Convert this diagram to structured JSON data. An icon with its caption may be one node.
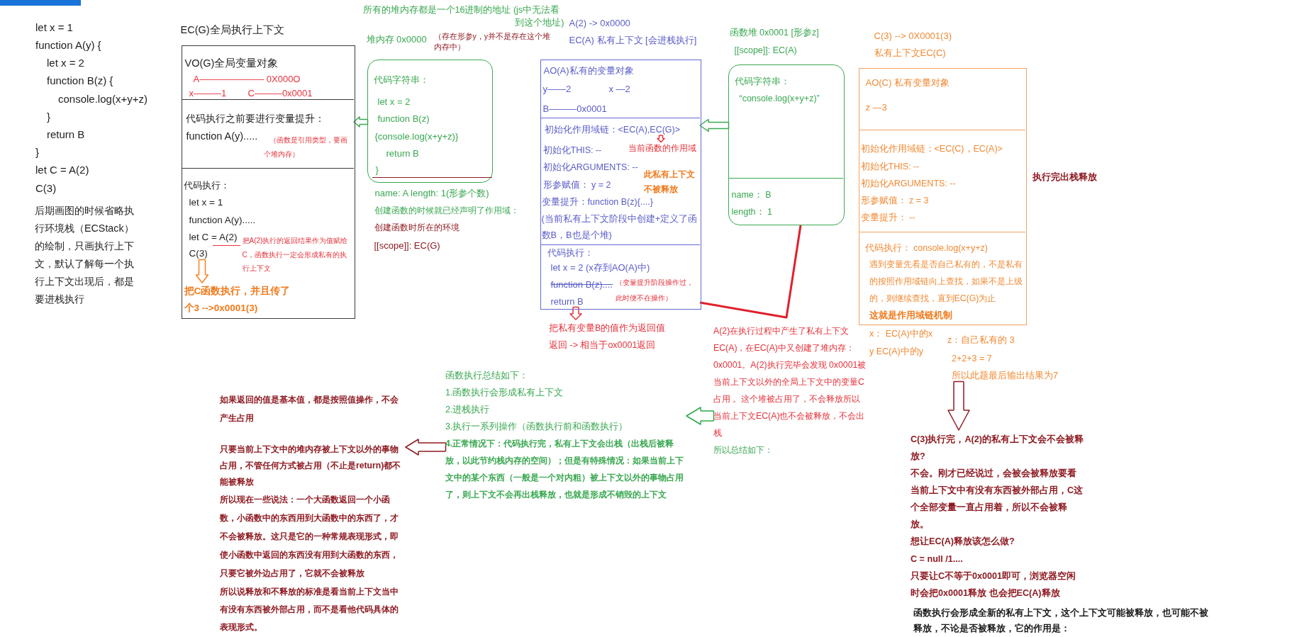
{
  "diagram": {
    "nodes": [
      {
        "text": [
          "EC(G)全局执行上下文"
        ]
      },
      {
        "text": [
          "VO(G)全局变量对象",
          "A——————— 0X000O",
          "x———1",
          "C———0x0001"
        ],
        "in": 0
      },
      {
        "text": [
          "代码执行之前要进行变量提升：",
          "function A(y).....",
          "（函数是引用类型，要画个堆内存）"
        ],
        "in": 0
      },
      {
        "text": [
          "代码执行：",
          "let x = 1",
          "function A(y).....",
          "let C = A(2)",
          "把A(2)执行的返回结果作为值赋给C，函数执行一定会形成私有的执行上下文"
        ],
        "in": 0
      },
      {
        "text": [
          "C(3)"
        ],
        "in": 3
      },
      {
        "text": [
          "把C函数执行，并且传了个3 -->0x0001(3)"
        ],
        "in": 3
      },
      {
        "text": [
          "所有的堆内存都是一个16进制的地址 (js中无法看到这个地址)",
          "堆内存 0x0000",
          "（存在形参y，y并不是存在这个堆内存中）",
          "代码字符串：",
          "let x = 2",
          "function B(z)",
          "{console.log(x+y+z)}",
          "return B",
          "}"
        ],
        "beside": [
          "name: A length: 1(形参个数)",
          "创建函数的时候就已经声明了作用域：",
          "创建函数时所在的环境",
          "[[scope]]: EC(G)"
        ]
      },
      {
        "text": [
          "A(2) -> 0x0000",
          "EC(A) 私有上下文 [会进栈执行]"
        ]
      },
      {
        "text": [
          "AO(A)私有的变量对象",
          "y——2",
          "x —2",
          "B———0x0001"
        ],
        "in": 7
      },
      {
        "text": [
          "初始化THIS: --",
          "初始化ARGUMENTS: --",
          "形参赋值： y = 2",
          "此私有上下文不被释放",
          "变量提升：function B(z){....}",
          "(当前私有上下文阶段中创建+定义了函数B，B也是个堆)"
        ],
        "in": 7
      },
      {
        "text": [
          "初始化作用域链：<EC(A),EC(G)>"
        ],
        "in": 9
      },
      {
        "text": [
          "当前函数的作用域"
        ],
        "in": 9
      },
      {
        "text": [
          "代码执行：",
          "let x = 2 (x存到AO(A)中)",
          "function B(z)....",
          "（变量提升阶段操作过，此时便不在操作）"
        ],
        "in": 7
      },
      {
        "text": [
          "return B"
        ],
        "in": 12
      },
      {
        "text": [
          "把私有变量B的值作为返回值返回 -> 相当于ox0001返回"
        ]
      },
      {
        "text": [
          "函数堆 0x0001 [形参z]",
          "[[scope]]: EC(A)",
          "代码字符串：",
          "“console.log(x+y+z)”",
          "name： B",
          "length： 1"
        ]
      },
      {
        "text": [
          "C(3) --> 0X0001(3)",
          "私有上下文EC(C)"
        ],
        "beside": [
          "执行完出栈释放"
        ]
      },
      {
        "text": [
          "AO(C) 私有变量对象",
          "z —3"
        ],
        "in": 16
      },
      {
        "text": [
          "初始化作用域链：<EC(C)，EC(A)>",
          "初始化THIS: --",
          "初始化ARGUMENTS: --",
          "形参赋值： z = 3",
          "变量提升： --"
        ],
        "in": 16
      },
      {
        "text": [
          "代码执行： console.log(x+y+z)",
          "遇到变量先看是否自己私有的，不是私有的按照作用域链向上查找，如果不是上级的，则继续查找，直到EC(G)为止",
          "这就是作用域链机制"
        ],
        "in": 16
      },
      {
        "text": [
          "A(2)在执行过程中产生了私有上下文EC(A)，在EC(A)中又创建了堆内存：0x0001。A(2)执行完毕会发现 0x0001被当前上下文以外的全局上下文中的变量C占用 。这个堆被占用了，不会释放所以当前上下文EC(A)也不会被释放，不会出栈",
          "所以总结如下："
        ]
      },
      {
        "text": [
          "z：自己私有的 3",
          "2+2+3 = 7",
          "所以此题最后输出结果为7"
        ]
      },
      {
        "text": [
          "函数执行总结如下：",
          "1.函数执行会形成私有上下文",
          "2.进栈执行",
          "3.执行一系列操作（函数执行前和函数执行）",
          "4.正常情况下：代码执行完，私有上下文会出栈（出栈后被释放，以此节约栈内存的空间）；但是有特殊情况：如果当前上下文中的某个东西（一般是一个对内粗）被上下文以外的事物占用了，则上下文不会再出栈释放，也就是形成不销毁的上下文"
        ]
      },
      {
        "text": [
          "如果返回的值是基本值，都是按照值操作，不会产生占用",
          "只要当前上下文中的堆内存被上下文以外的事物占用，不管任何方式被占用（不止是return)都不能被释放",
          "所以现在一些说法：一个大函数返回一个小函数，小函数中的东西用到大函数中的东西了，才不会被释放。这只是它的一种常规表现形式，即使小函数中返回的东西没有用到大函数的东西，只要它被外边占用了，它就不会被释放",
          "所以说释放和不释放的标准是看当前上下文当中有没有东西被外部占用，而不是看他代码具体的表现形式。"
        ]
      },
      {
        "text": [
          "C(3)执行完，A(2)的私有上下文会不会被释放?",
          "不会。刚才已经说过，会被会被释放要看当前上下文中有没有东西被外部占用，C这个全部变量一直占用着，所以不会被释放。",
          "想让EC(A)释放该怎么做?",
          "C = null /1....",
          "只要让C不等于0x0001即可，浏览器空闲时会把0x0001释放 也会把EC(A)释放"
        ]
      }
    ],
    "edges": [
      {
        "from": 6,
        "to": 2,
        "arrow": "to",
        "color": "#3aa851"
      },
      {
        "from": 4,
        "to": 5,
        "arrow": "to",
        "color": "#f5821f"
      },
      {
        "from": 10,
        "to": 11,
        "arrow": "to",
        "color": "#e5323b"
      },
      {
        "from": 13,
        "to": 14,
        "arrow": "to",
        "color": "#e5323b"
      },
      {
        "from": 15,
        "to": 9,
        "arrow": "to",
        "color": "#3aa851"
      },
      {
        "from": 15,
        "to": 12,
        "arrow": "none",
        "color": "#e0202a"
      },
      {
        "from": 21,
        "to": 24,
        "arrow": "to",
        "color": "#8e1b22"
      },
      {
        "from": 20,
        "to": 22,
        "arrow": "to",
        "color": "#2fa84a"
      },
      {
        "from": 22,
        "to": 23,
        "arrow": "to",
        "color": "#8e1b22"
      }
    ],
    "labels": [
      "let x = 1",
      "function A(y) {",
      "let x = 2",
      "function B(z) {",
      "console.log(x+y+z)",
      "}",
      "return B",
      "}",
      "let C = A(2)",
      "C(3)",
      "后期画图的时候省略执行环境栈（ECStack）的绘制，只画执行上下文，默认了解每一个执行上下文出现后，都是要进栈执行",
      "x： EC(A)中的x",
      "y EC(A)中的y",
      "函数执行会形成全新的私有上下文，这个上下文可能被释放，也可能不被释放，不论是否被释放，它的作用是："
    ]
  }
}
